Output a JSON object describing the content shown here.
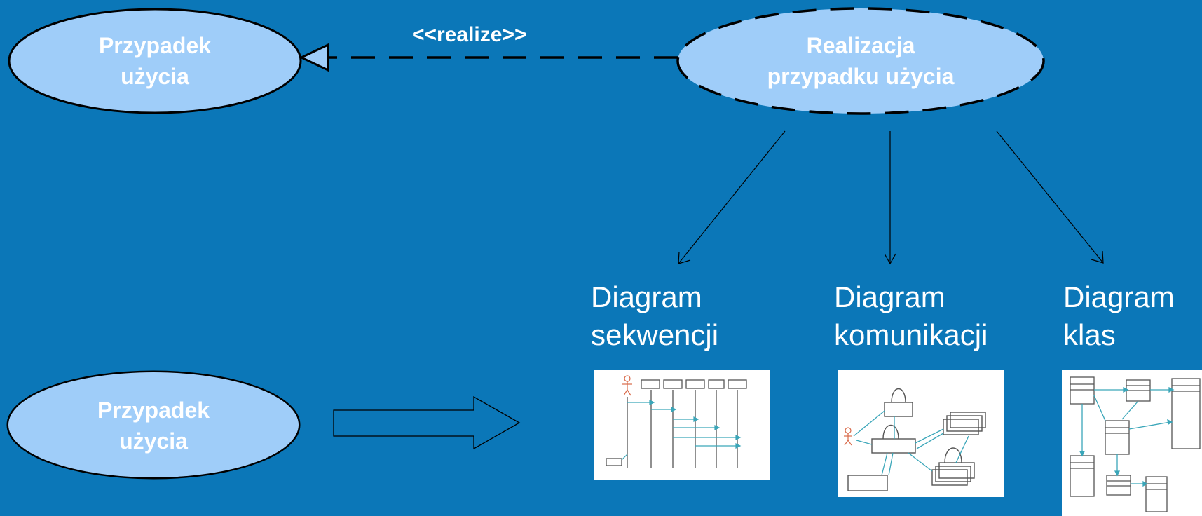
{
  "use_case_top": {
    "line1": "Przypadek",
    "line2": "użycia"
  },
  "use_case_bottom": {
    "line1": "Przypadek",
    "line2": "użycia"
  },
  "realization": {
    "line1": "Realizacja",
    "line2": "przypadku użycia"
  },
  "stereotype": "<<realize>>",
  "diagrams": [
    {
      "line1": "Diagram",
      "line2": "sekwencji"
    },
    {
      "line1": "Diagram",
      "line2": "komunikacji"
    },
    {
      "line1": "Diagram",
      "line2": "klas"
    }
  ],
  "colors": {
    "background": "#0b77b8",
    "ellipse_fill": "#9fcdf9",
    "stroke": "#000000",
    "text": "#ffffff"
  }
}
